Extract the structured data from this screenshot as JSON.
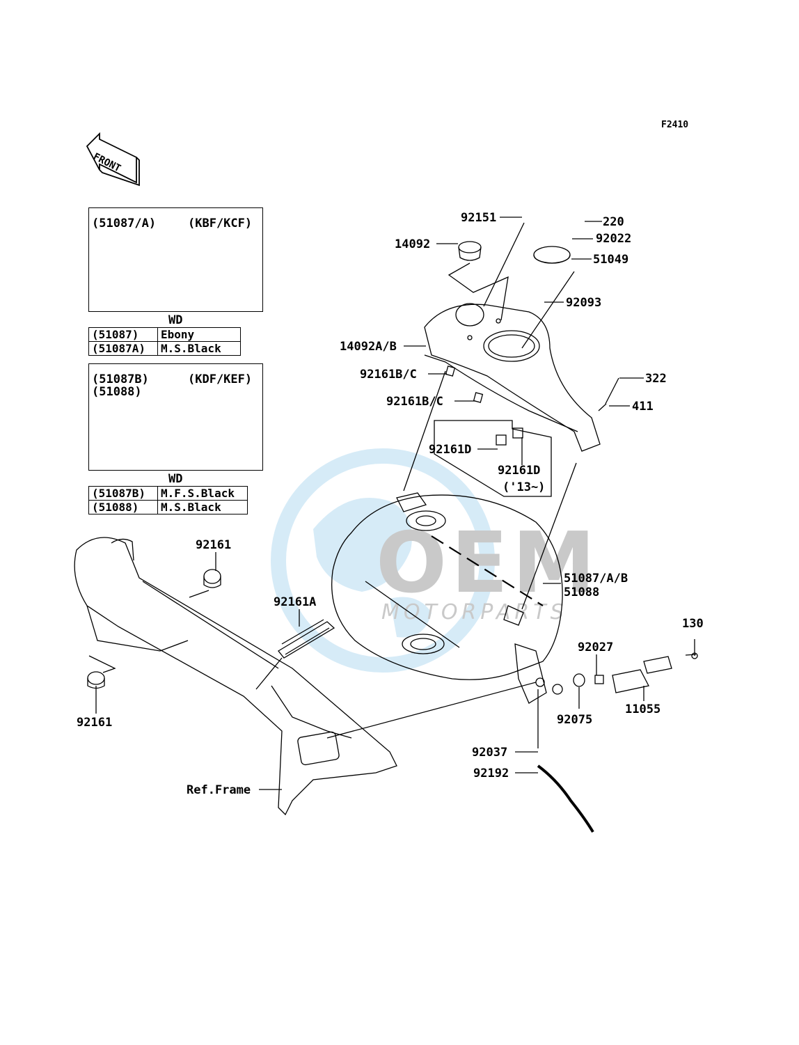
{
  "figure_code": "F2410",
  "front_label": "FRONT",
  "variant_a": {
    "codes": "(51087/A)",
    "models": "(KBF/KCF)",
    "wd_label": "WD",
    "colors": [
      {
        "code": "(51087)",
        "name": "Ebony"
      },
      {
        "code": "(51087A)",
        "name": "M.S.Black"
      }
    ]
  },
  "variant_b": {
    "codes_line1": "(51087B)",
    "codes_line2": "(51088)",
    "models": "(KDF/KEF)",
    "wd_label": "WD",
    "colors": [
      {
        "code": "(51087B)",
        "name": "M.F.S.Black"
      },
      {
        "code": "(51088)",
        "name": "M.S.Black"
      }
    ]
  },
  "parts": {
    "p92151": "92151",
    "p220": "220",
    "p14092": "14092",
    "p92022": "92022",
    "p51049": "51049",
    "p92093": "92093",
    "p14092ab": "14092A/B",
    "p92161bc_1": "92161B/C",
    "p322": "322",
    "p92161bc_2": "92161B/C",
    "p411": "411",
    "p92161d_1": "92161D",
    "p92161d_2": "92161D",
    "p13": "('13~)",
    "p92161_top": "92161",
    "p51087ab": "51087/A/B",
    "p51088": "51088",
    "p92161a": "92161A",
    "p130": "130",
    "p92027": "92027",
    "p92161_bottom": "92161",
    "p11055": "11055",
    "p92075": "92075",
    "p92037": "92037",
    "p92192": "92192",
    "ref_frame": "Ref.Frame"
  },
  "watermark": {
    "brand": "OEM",
    "sub": "MOTORPARTS",
    "colors": {
      "globe": "#cfe6f4",
      "text": "#c8c8c8",
      "accent": "#b9dcf0"
    }
  }
}
